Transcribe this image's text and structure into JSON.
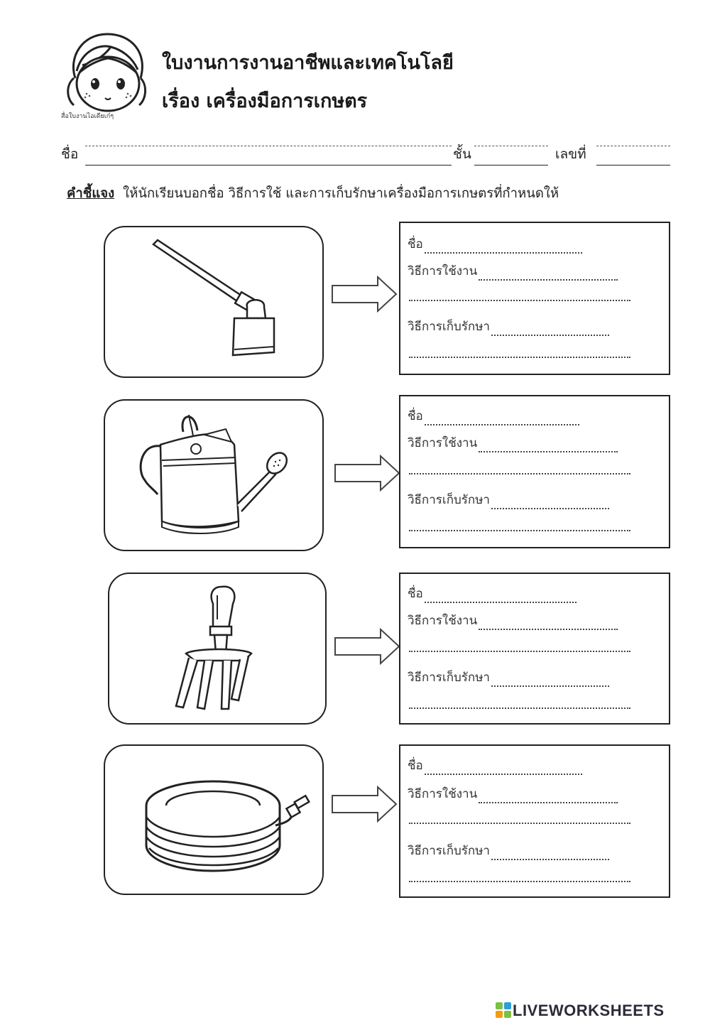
{
  "header": {
    "title": "ใบงานการงานอาชีพและเทคโนโลยี",
    "subtitle": "เรื่อง  เครื่องมือการเกษตร",
    "logo_caption": "สื่อใบงานไอเดียเก๋ๆ"
  },
  "student_fields": {
    "name_label": "ชื่อ",
    "class_label": "ชั้น",
    "number_label": "เลขที่"
  },
  "instructions": {
    "heading": "คำชี้แจง",
    "text": "ให้นักเรียนบอกชื่อ วิธีการใช้ และการเก็บรักษาเครื่องมือการเกษตรที่กำหนดให้"
  },
  "answer_labels": {
    "name": "ชื่อ",
    "usage": "วิธีการใช้งาน",
    "storage": "วิธีการเก็บรักษา"
  },
  "items": [
    {
      "icon": "hoe-icon"
    },
    {
      "icon": "watering-can-icon"
    },
    {
      "icon": "garden-fork-icon"
    },
    {
      "icon": "garden-hose-icon"
    }
  ],
  "footer": {
    "brand": "LIVEWORKSHEETS",
    "colors": {
      "brand_text": "#2b2b3a",
      "mark_green": "#7cc242",
      "mark_blue": "#2d9fd8",
      "mark_orange": "#f39c12"
    }
  }
}
